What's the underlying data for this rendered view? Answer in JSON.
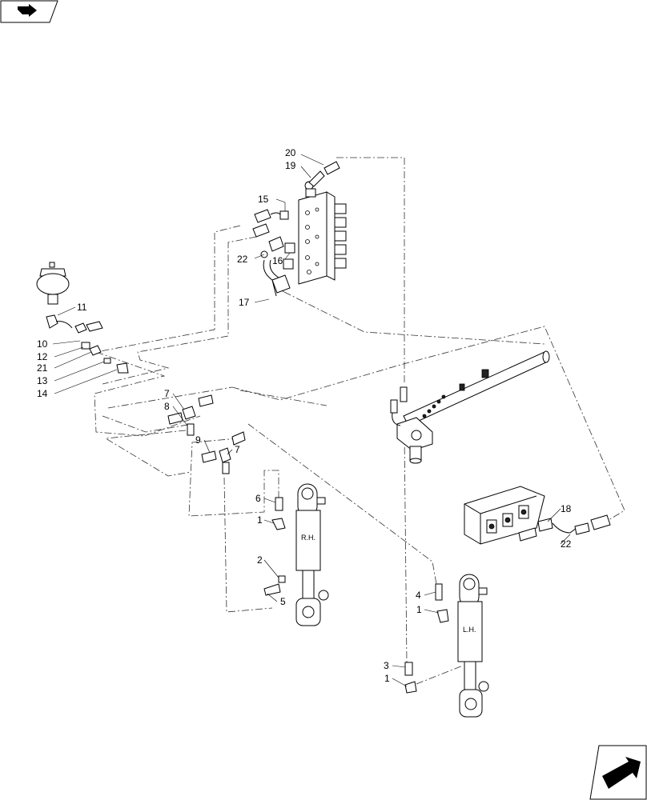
{
  "callouts": [
    {
      "id": "c20",
      "text": "20"
    },
    {
      "id": "c19",
      "text": "19"
    },
    {
      "id": "c15",
      "text": "15"
    },
    {
      "id": "c22a",
      "text": "22"
    },
    {
      "id": "c16",
      "text": "16"
    },
    {
      "id": "c17",
      "text": "17"
    },
    {
      "id": "c11",
      "text": "11"
    },
    {
      "id": "c10",
      "text": "10"
    },
    {
      "id": "c12",
      "text": "12"
    },
    {
      "id": "c21",
      "text": "21"
    },
    {
      "id": "c13",
      "text": "13"
    },
    {
      "id": "c14",
      "text": "14"
    },
    {
      "id": "c7a",
      "text": "7"
    },
    {
      "id": "c8",
      "text": "8"
    },
    {
      "id": "c9",
      "text": "9"
    },
    {
      "id": "c7b",
      "text": "7"
    },
    {
      "id": "c6",
      "text": "6"
    },
    {
      "id": "c1a",
      "text": "1"
    },
    {
      "id": "c2",
      "text": "2"
    },
    {
      "id": "c5",
      "text": "5"
    },
    {
      "id": "c18",
      "text": "18"
    },
    {
      "id": "c22b",
      "text": "22"
    },
    {
      "id": "c4",
      "text": "4"
    },
    {
      "id": "c1b",
      "text": "1"
    },
    {
      "id": "c3",
      "text": "3"
    },
    {
      "id": "c1c",
      "text": "1"
    }
  ],
  "cylinder_labels": {
    "right": "R.H.",
    "left": "L.H."
  },
  "icons": [
    "back-arrow-icon",
    "next-arrow-icon"
  ]
}
